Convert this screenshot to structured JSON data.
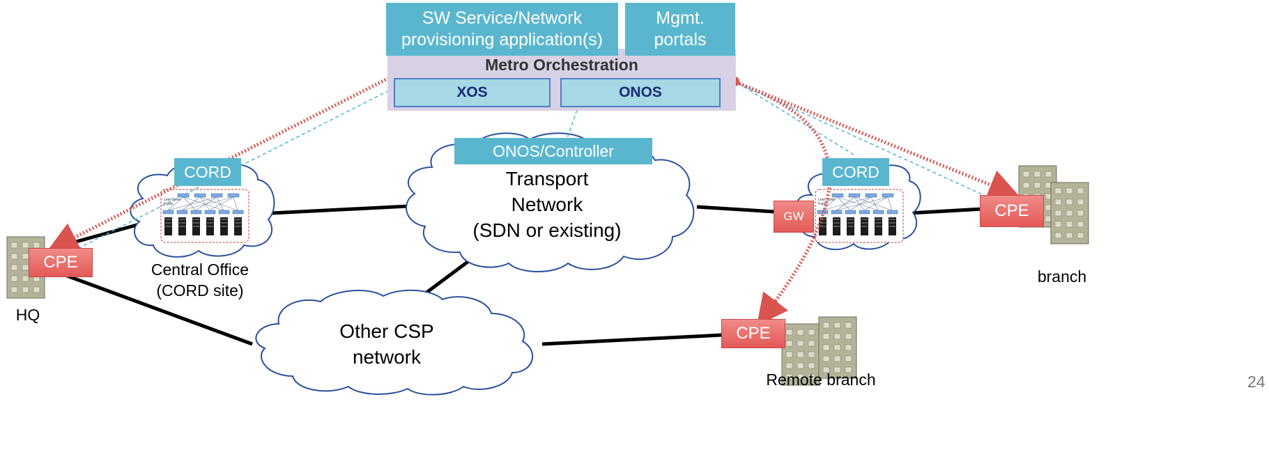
{
  "orchestration": {
    "sw_app": [
      "SW Service/Network",
      "provisioning application(s)"
    ],
    "mgmt": [
      "Mgmt.",
      "portals"
    ],
    "title": "Metro Orchestration",
    "xos": "XOS",
    "onos": "ONOS"
  },
  "transport": {
    "controller": "ONOS/Controller",
    "text": [
      "Transport",
      "Network",
      "(SDN or existing)"
    ]
  },
  "other_csp": {
    "text": [
      "Other CSP",
      "network"
    ]
  },
  "central_office": {
    "cord": "CORD",
    "label": [
      "Central Office",
      "(CORD site)"
    ]
  },
  "right_site": {
    "cord": "CORD",
    "gw": "GW"
  },
  "hq": {
    "cpe": "CPE",
    "label": "HQ"
  },
  "branch": {
    "cpe": "CPE",
    "label": "branch"
  },
  "remote_branch": {
    "cpe": "CPE",
    "label": "Remote branch"
  },
  "page_number": "24",
  "colors": {
    "teal": "#5ab6cf",
    "orchestration_bg": "#d8d0e5",
    "cpe": "#ea6663",
    "cloud_stroke": "#2a4f9e",
    "dotted": "#d9534f"
  }
}
